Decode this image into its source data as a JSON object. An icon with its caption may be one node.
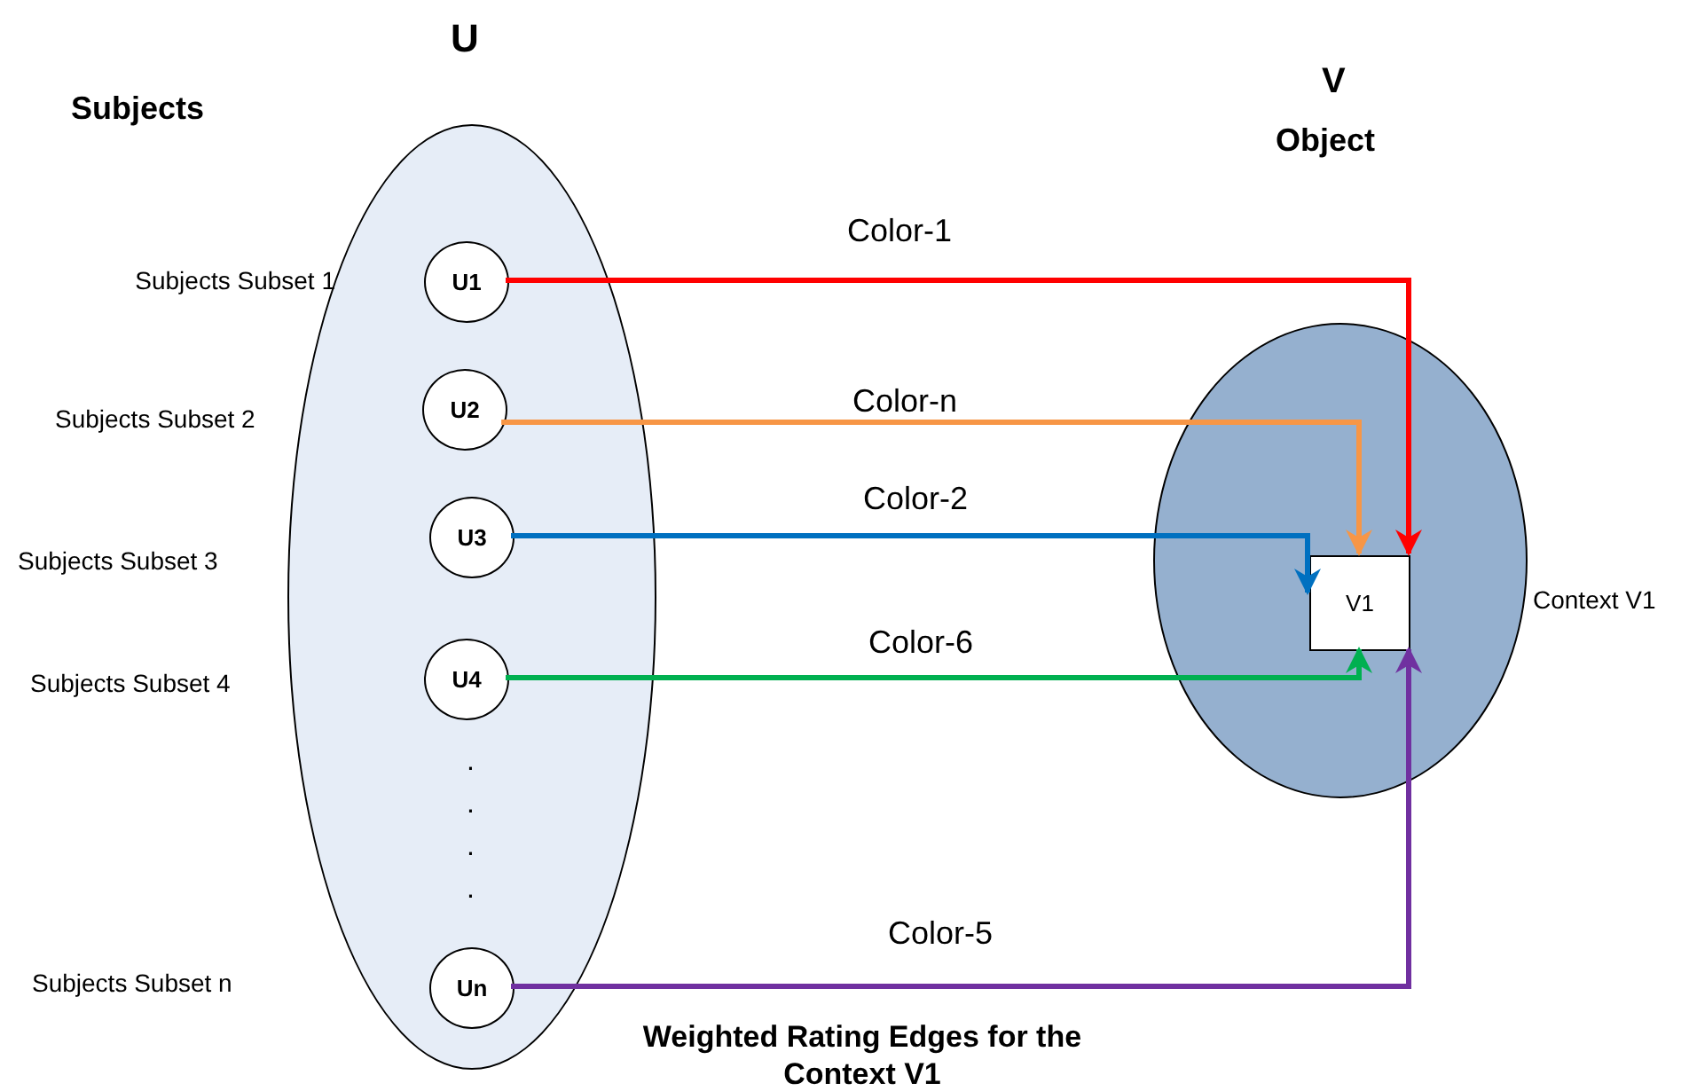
{
  "diagram": {
    "caption": "Weighted Rating Edges for the Context V1",
    "nodes": [
      {
        "text": [
          "U"
        ]
      },
      {
        "text": [
          "U1"
        ],
        "in": 0,
        "beside": [
          "Subjects Subset 1"
        ]
      },
      {
        "text": [
          "U2"
        ],
        "in": 0
      },
      {
        "text": [
          "U3"
        ],
        "in": 0
      },
      {
        "text": [
          "U4"
        ],
        "in": 0
      },
      {
        "text": [
          "Un"
        ],
        "in": 0
      },
      {
        "text": [],
        "shape": "ellipse",
        "beside": [
          "Context V1"
        ]
      },
      {
        "text": [
          "V1"
        ],
        "in": 6
      }
    ],
    "edges": [
      {
        "from": 1,
        "to": 7,
        "arrow": "to",
        "label": "Color-1",
        "color": "#ff0000"
      },
      {
        "from": 2,
        "to": 7,
        "arrow": "to",
        "label": "Color-n",
        "color": "#f79646"
      },
      {
        "from": 3,
        "to": 7,
        "arrow": "to",
        "label": "Color-2",
        "color": "#0070c0"
      },
      {
        "from": 4,
        "to": 7,
        "arrow": "to",
        "label": "Color-6",
        "color": "#00b050"
      },
      {
        "from": 5,
        "to": 7,
        "arrow": "to",
        "label": "Color-5",
        "color": "#7030a0"
      }
    ],
    "labels": [
      "V",
      "Subjects",
      "Object",
      "Subjects Subset 2",
      "Subjects Subset 3",
      "Subjects Subset 4",
      ".",
      ".",
      ".",
      ".",
      "Subjects Subset n"
    ]
  }
}
